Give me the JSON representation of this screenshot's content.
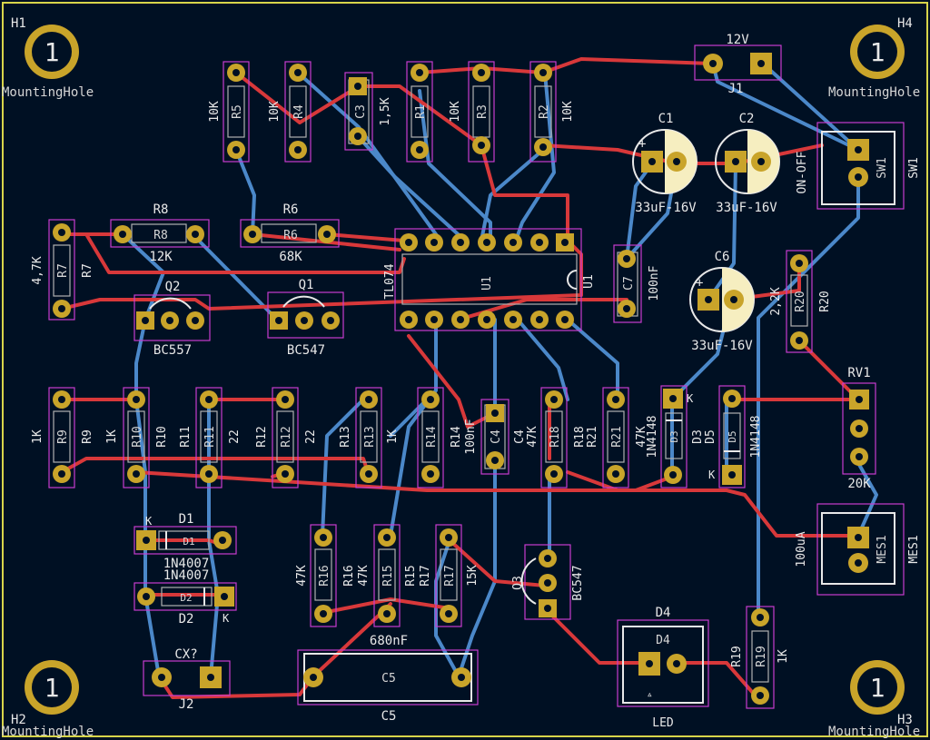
{
  "colors": {
    "background": "#001023",
    "edge": "#d8d54a",
    "front_copper": "#d8383a",
    "back_copper": "#4b88c9",
    "pad": "#c9a42a",
    "courtyard": "#c83ccf",
    "silkscreen": "#e8e8e8"
  },
  "mounting_holes": [
    {
      "ref": "H1",
      "label": "MountingHole",
      "pin": "1"
    },
    {
      "ref": "H4",
      "label": "MountingHole",
      "pin": "1"
    },
    {
      "ref": "H2",
      "label": "MountingHole",
      "pin": "1"
    },
    {
      "ref": "H3",
      "label": "MountingHole",
      "pin": "1"
    }
  ],
  "resistors": [
    {
      "ref": "R5",
      "value": "10K"
    },
    {
      "ref": "R4",
      "value": "10K"
    },
    {
      "ref": "R1",
      "value": "10K"
    },
    {
      "ref": "R3",
      "value": ""
    },
    {
      "ref": "R2",
      "value": "10K"
    },
    {
      "ref": "R8",
      "value": "12K"
    },
    {
      "ref": "R6",
      "value": "68K"
    },
    {
      "ref": "R7",
      "value": "4,7K"
    },
    {
      "ref": "R20",
      "value": "2,2K"
    },
    {
      "ref": "R9",
      "value": "1K"
    },
    {
      "ref": "R10",
      "value": "1K"
    },
    {
      "ref": "R11",
      "value": "22"
    },
    {
      "ref": "R12",
      "value": "22"
    },
    {
      "ref": "R13",
      "value": "1K"
    },
    {
      "ref": "R14",
      "value": "1K"
    },
    {
      "ref": "R18",
      "value": "47K"
    },
    {
      "ref": "R21",
      "value": "47K"
    },
    {
      "ref": "R16",
      "value": "47K"
    },
    {
      "ref": "R15",
      "value": "47K"
    },
    {
      "ref": "R17",
      "value": "15K"
    },
    {
      "ref": "R19",
      "value": "1K"
    }
  ],
  "capacitors": [
    {
      "ref": "C3",
      "value": "1,5K"
    },
    {
      "ref": "C1",
      "value": "33uF-16V"
    },
    {
      "ref": "C2",
      "value": "33uF-16V"
    },
    {
      "ref": "C6",
      "value": "33uF-16V"
    },
    {
      "ref": "C7",
      "value": "100nF"
    },
    {
      "ref": "C4",
      "value": "100nF"
    },
    {
      "ref": "C5",
      "value": "680nF"
    }
  ],
  "transistors": [
    {
      "ref": "Q2",
      "value": "BC557"
    },
    {
      "ref": "Q1",
      "value": "BC547"
    },
    {
      "ref": "Q3",
      "value": "BC547"
    }
  ],
  "diodes": [
    {
      "ref": "D1",
      "value": "1N4007",
      "k": "K"
    },
    {
      "ref": "D2",
      "value": "1N4007",
      "k": "K"
    },
    {
      "ref": "D3",
      "value": "1N4148",
      "k": "K"
    },
    {
      "ref": "D5",
      "value": "1N4148",
      "k": "K"
    }
  ],
  "ic": {
    "ref": "U1",
    "value": "TL074"
  },
  "connectors": [
    {
      "ref": "J1",
      "value": "12V"
    },
    {
      "ref": "SW1",
      "value": "ON-OFF"
    },
    {
      "ref": "RV1",
      "value": "20K"
    },
    {
      "ref": "MES1",
      "value": "100uA"
    },
    {
      "ref": "J2",
      "value": "CX?"
    },
    {
      "ref": "D4",
      "value": "LED"
    }
  ]
}
